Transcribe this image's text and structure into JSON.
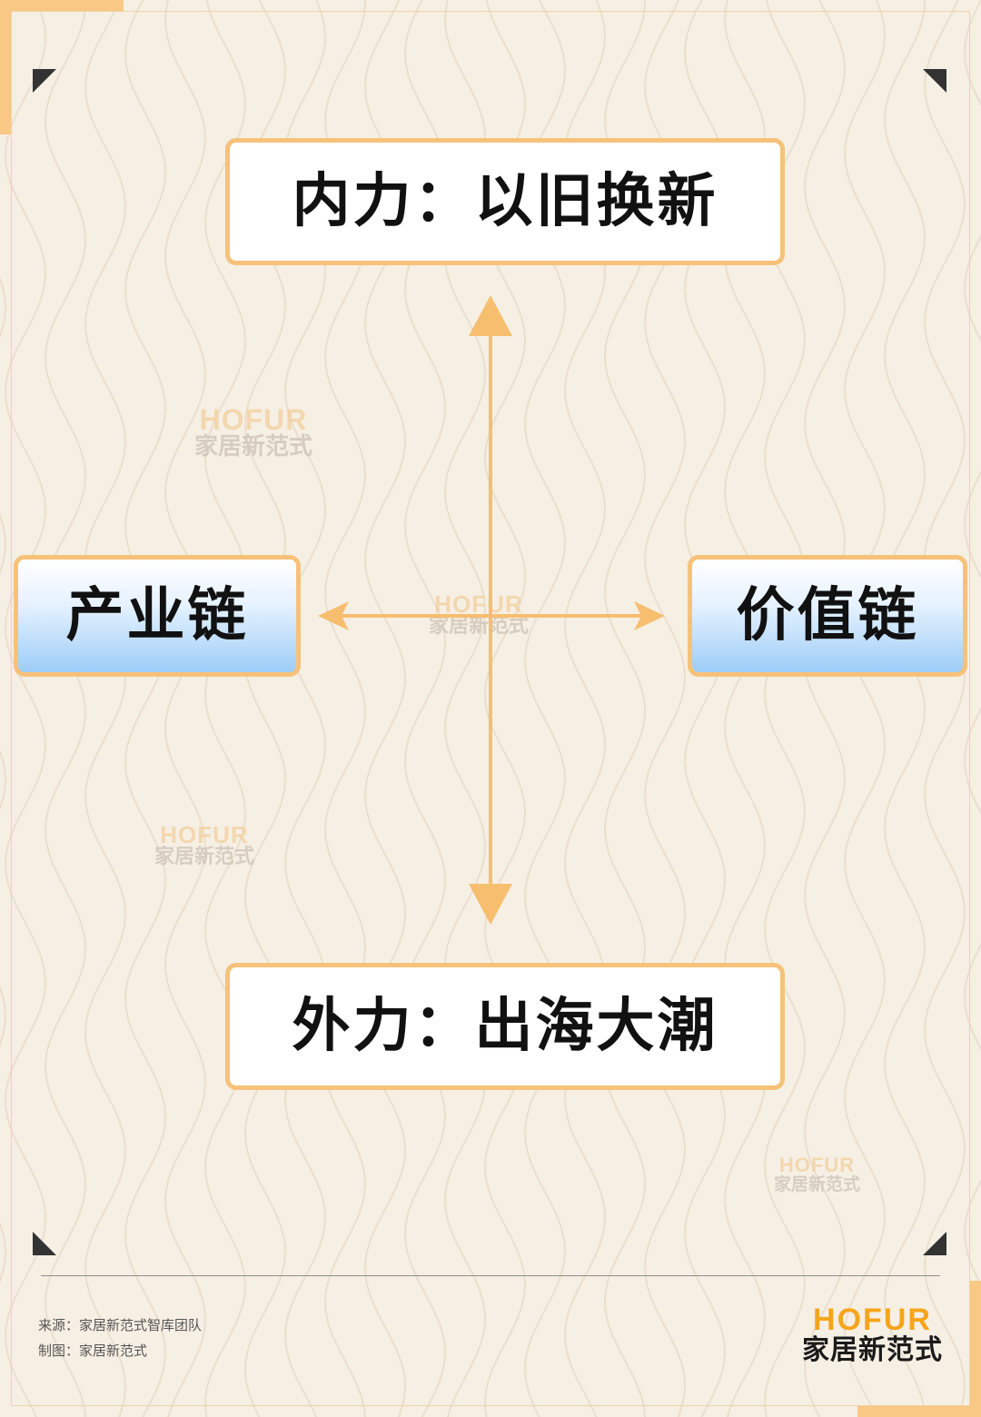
{
  "diagram": {
    "top": "内力：以旧换新",
    "bottom": "外力：出海大潮",
    "left": "产业链",
    "right": "价值链"
  },
  "watermark": {
    "en": "HOFUR",
    "cn": "家居新范式"
  },
  "footer": {
    "source": "来源：家居新范式智库团队",
    "made_by": "制图：家居新范式"
  },
  "brand": {
    "en": "HOFUR",
    "cn": "家居新范式"
  },
  "colors": {
    "accent": "#f6c27a",
    "brand_orange": "#f6a51a",
    "background": "#f6efe4"
  }
}
